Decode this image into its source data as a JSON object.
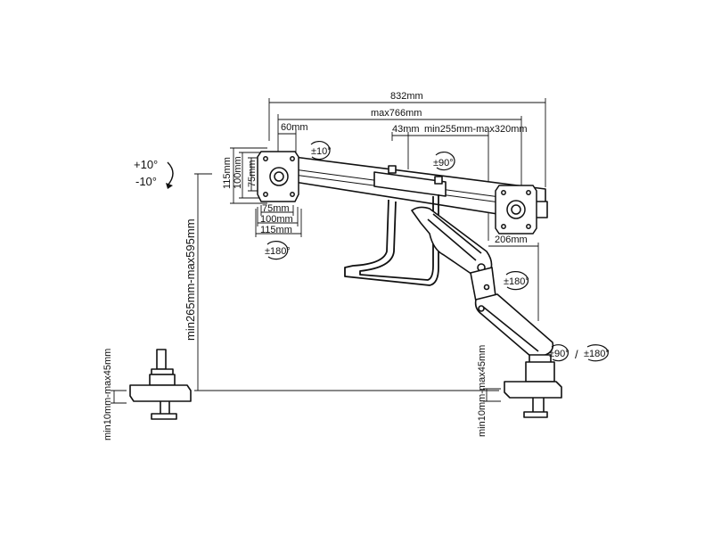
{
  "dimensions": {
    "total_width": "832mm",
    "max_arm_span": "max766mm",
    "arm_offset": "60mm",
    "rail_offset": "43mm",
    "arm_range": "min255mm-max320mm",
    "arm_reach": "206mm",
    "pole_height": "min265mm-max595mm",
    "desk_left": "min10mm-max45mm",
    "desk_right": "min10mm-max45mm",
    "vesa_outer": "115mm",
    "vesa_mid": "100mm",
    "vesa_inner": "75mm",
    "vesa_w_inner": "75mm",
    "vesa_w_mid": "100mm",
    "vesa_w_outer": "115mm"
  },
  "angles": {
    "tilt_up": "+10°",
    "tilt_down": "-10°",
    "tilt_head": "±10°",
    "swivel_rail": "±90°",
    "rotate_left": "±180°",
    "rotate_arm": "±180°",
    "base_swivel": "±90°",
    "base_rotate": "±180°"
  },
  "separator": "/",
  "colors": {
    "line": "#111111",
    "fill": "#ffffff",
    "shade": "#444444"
  }
}
